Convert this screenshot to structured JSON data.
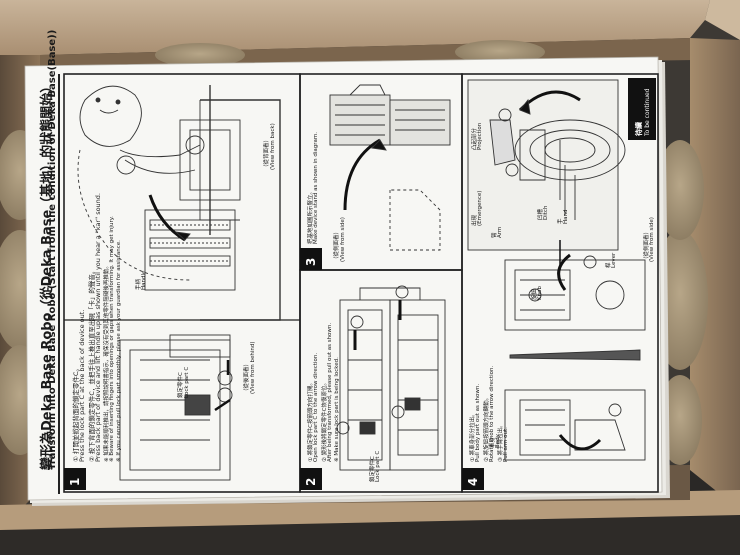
{
  "manual": {
    "title_cn": "變形為Deka Base Robo（從Deka Base（基地）的狀態開始）",
    "title_en": "Transform into Deka Base Robo (Start from the condition of Deka Base(Base))",
    "step1": {
      "number": "1",
      "line1_cn": "①  打開並掀起背面的鎖定零件C。",
      "line1_en": "Press the lock part C at the back of device out.",
      "line2_cn": "②  按下背面的鎖定零件C，並把手往上推出直至出現「卡」的聲音。",
      "line2_en": "Press back part of device and lift handle up as shown until you hear a \"kar\" sound.",
      "note_cn": "※ 如果未能順利推出，請按照說明書指示，確保沒有受到其他零件阻礙後再推動。",
      "note_en": "※ Beware of inserting fingers into openings or gaps when transforming. It may get injury.",
      "note2_en": "※ If you cannot pull lock part smoothly, please ask your guardian for assistance.",
      "label_view_behind_cn": "（從後面看）",
      "label_view_behind_en": "(View from behind)",
      "label_lock_part": "Lock part C",
      "label_lock_part_cn": "鎖定零件C",
      "label_handle_cn": "手柄",
      "label_handle_en": "Handle",
      "label_view_back_cn": "（從背面看）",
      "label_view_back_en": "(View from back)"
    },
    "step2": {
      "number": "2",
      "line1_cn": "①  將鎖定零件C按箭頭方向打開。",
      "line1_en": "Open lock part C to the arrow direction.",
      "line2_cn": "②  變形後將鎖定零件C恢復原位。",
      "line2_en": "After being transformed, please pull out as shown.",
      "note_en": "※ Make sure lock part is being locked.",
      "label_lock_part": "Lock part C",
      "label_lock_part_cn": "鎖定零件C"
    },
    "step3": {
      "number": "3",
      "line1_cn": "把基地如圖所示豎立。",
      "line1_en": "Make device stand as shown in diagram.",
      "label_view_side_cn": "（從側面看）",
      "label_view_side_en": "(View from side)"
    },
    "step4": {
      "number": "4",
      "line1_cn": "①  將車身部分拉出。",
      "line1_en": "Pull body part out as shown.",
      "line2_cn": "②  將旋鈕按箭頭方向轉動。",
      "line2_en": "Rotate knob to the arrow direction.",
      "line3_cn": "③  將手臂拉出。",
      "line3_en": "Pull arm out.",
      "label_body_cn": "車身",
      "label_body_en": "Body",
      "label_knob_cn": "旋鈕",
      "label_knob_en": "Knob",
      "label_lever_cn": "桿",
      "label_lever_en": "Lever",
      "label_arm_cn": "臂",
      "label_arm_en": "Arm",
      "label_hand_cn": "手",
      "label_hand_en": "Hand",
      "label_ditch_cn": "凹槽",
      "label_ditch_en": "Ditch",
      "label_emergence_cn": "出現",
      "label_emergence_en": "(Emergence)",
      "label_projection_cn": "凸起部分",
      "label_projection_en": "Projection",
      "label_view_side_cn": "（從側面看）",
      "label_view_side_en": "(View from side)",
      "continued_cn": "待續",
      "continued_en": "To be continued"
    }
  }
}
